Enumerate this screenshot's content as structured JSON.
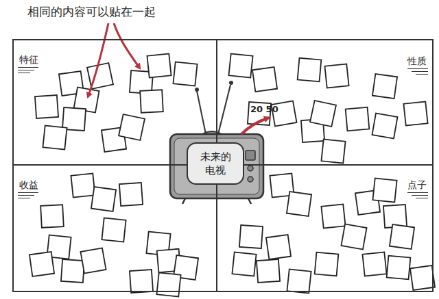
{
  "diagram": {
    "nodes": [
      {
        "text": [
          "特征"
        ]
      },
      {
        "text": [
          "性质"
        ]
      },
      {
        "text": [
          "收益"
        ]
      },
      {
        "text": [
          "点子"
        ]
      },
      {
        "text": [
          "未来的 电视"
        ]
      }
    ],
    "labels": [
      "相同的内容可以贴在一起",
      "20 50"
    ]
  }
}
